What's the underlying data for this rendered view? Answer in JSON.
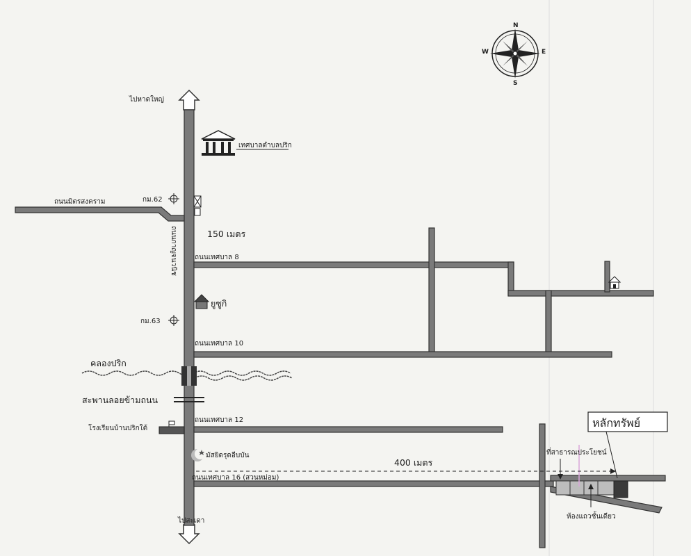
{
  "map": {
    "compass": {
      "north": "N",
      "south": "S",
      "east": "E",
      "west": "W"
    },
    "destinations": {
      "north": "ไปหาดใหญ่",
      "south": "ไปสะเดา"
    },
    "main_road": "ถนนกาญจนวนิช",
    "roads": {
      "mitr": "ถนนมิตรสงคราม",
      "tessaban8": "ถนนเทศบาล 8",
      "tessaban10": "ถนนเทศบาล 10",
      "tessaban12": "ถนนเทศบาล 12",
      "tessaban16": "ถนนเทศบาล 16 (สวนหม่อม)"
    },
    "km_markers": {
      "km62": "กม.62",
      "km63": "กม.63"
    },
    "distances": {
      "d150": "150 เมตร",
      "d400": "400 เมตร"
    },
    "landmarks": {
      "municipality": "เทศบาลตำบลปริก",
      "house": "ยูซูกิ",
      "canal": "คลองปริก",
      "bridge": "สะพานลอยข้ามถนน",
      "school": "โรงเรียนบ้านปริกใต้",
      "mosque": "มัสยิดรุดอีบบัน",
      "public_land": "ที่สาธารณประโยชน์",
      "shophouse": "ห้องแถวชั้นเดียว"
    },
    "property_label": "หลักทรัพย์",
    "colors": {
      "road": "#7a7a7a",
      "property_fill": "#3a3a3a",
      "property_row": "#bdbdbd",
      "background": "#f4f4f1"
    },
    "icons": {
      "compass": "compass-rose-icon",
      "municipality": "government-building-icon",
      "house": "house-icon",
      "house_east": "house-icon",
      "km_marker": "crosshair-marker-icon",
      "traffic_light": "traffic-light-icon",
      "school": "school-flag-icon",
      "mosque": "crescent-moon-icon"
    }
  }
}
